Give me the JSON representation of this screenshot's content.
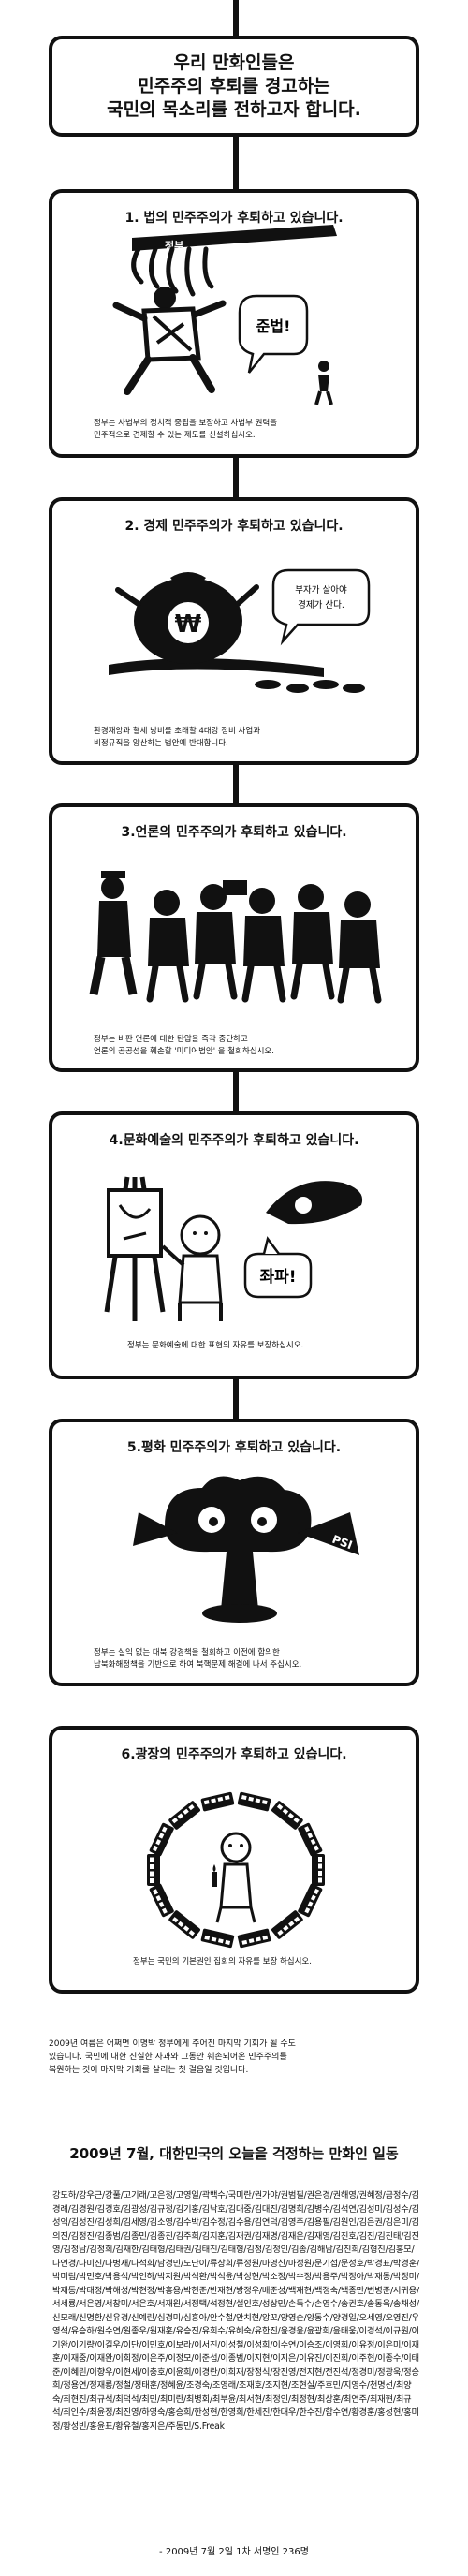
{
  "header": {
    "lines": [
      "우리 만화인들은",
      "민주주의 후퇴를 경고하는",
      "국민의 목소리를 전하고자 합니다."
    ]
  },
  "panels": [
    {
      "title": "1. 법의 민주주의가 후퇴하고 있습니다.",
      "bubble": "준법!",
      "label": "정부",
      "caption": [
        "정부는 사법부의 정치적 중립을 보장하고 사법부 권력을",
        "민주적으로 견제할 수 있는 제도를 신설하십시오."
      ]
    },
    {
      "title": "2. 경제 민주주의가 후퇴하고 있습니다.",
      "bubble": [
        "부자가 살아야",
        "경제가 산다."
      ],
      "label": "₩",
      "caption": [
        "환경재앙과 혈세 낭비를 초래할 4대강 정비 사업과",
        "비정규직을 양산하는 법안에 반대합니다."
      ]
    },
    {
      "title": "3.언론의 민주주의가 후퇴하고 있습니다.",
      "caption": [
        "정부는 비판 언론에 대한 탄압을 즉각 중단하고",
        "언론의 공공성을 훼손할   '미디어법안'  을 철회하십시오."
      ]
    },
    {
      "title": "4.문화예술의 민주주의가 후퇴하고 있습니다.",
      "bubble": "좌파!",
      "caption": [
        "정부는 문화예술에 대한 표현의 자유를 보장하십시오."
      ]
    },
    {
      "title": "5.평화 민주주의가 후퇴하고 있습니다.",
      "label": "PSI",
      "caption": [
        "정부는 실익 없는 대북 강경책을 철회하고  이전에 합의한",
        "남북화해정책을 기반으로 하여 북핵문제 해결에 나서 주십시오."
      ]
    },
    {
      "title": "6.광장의 민주주의가 후퇴하고 있습니다.",
      "caption": [
        "정부는 국민의 기본권인 집회의 자유를 보장 하십시오."
      ]
    }
  ],
  "closing": [
    "2009년 여름은 어쩌면 이명박 정부에게 주어진 마지막 기회가 될 수도",
    "있습니다. 국민에 대한 진실한 사과와 그동안 훼손되어온 민주주의를",
    "복원하는 것이 마지막 기회를 살리는 첫 걸음일 것입니다."
  ],
  "signature_title": "2009년 7월, 대한민국의 오늘을 걱정하는 만화인 일동",
  "names": "강도하/강우근/강풀/고기래/고은정/고영일/곽백수/국미란/권가야/권범필/권은경/권해영/권혜정/금정수/김경례/김경원/김경호/김광성/김규정/김기홍/김낙호/김대중/김대진/김명희/김병수/김석연/김성미/김성수/김성익/김성진/김성희/김세영/김소영/김수박/김수정/김수용/김연덕/김영주/김용필/김원인/김은권/김은미/김의진/김정진/김종범/김종민/김종진/김주희/김지훈/김재권/김재명/김재은/김재영/김진호/김진/김진태/김진영/김정남/김정희/김재한/김태형/김태권/김태진/김태형/김정/김정인/김종/김해남/김진희/김형진/김홍모/나연경/나미진/나병재/나석희/남경민/도단이/류상희/류정원/마영신/마정원/문기섭/문성호/박경표/박경훈/박미림/박민호/박용석/박인하/박지원/박석환/박석윤/박성현/박소정/박수정/박용주/박정아/박재동/박정미/박재동/박태정/박해성/박현정/박흥용/박현준/반재현/방정우/배준성/백재현/백정숙/백종만/변병준/서귀용/서세룡/서은영/서창미/서은호/서재원/서정택/석정현/설인호/성상민/손독수/손영수/송권호/송동욱/송채성/신모래/신명환/신유경/신예린/심경미/심흥아/안수철/안치현/앙꼬/양영순/양동수/양경일/오세영/오영진/우영석/유승하/원수연/원종우/원재훈/유승진/유희수/유혜숙/유한진/윤경윤/윤광희/윤태웅/이경석/이규원/이기완/이기량/이길우/이단/이민호/이보라/이서진/이성철/이성희/이수연/이승조/이영희/이유정/이은미/이재훈/이재중/이재완/이희정/이은주/이정모/이준섭/이종범/이지현/이지은/이유진/이진희/이주현/이종수/이태준/이혜린/이향우/이현세/이충호/이윤희/이경란/이희재/장정식/장진영/전지현/전진석/정경미/정광욱/정승희/정용연/정재룡/정철/정태훈/정혜윤/조경숙/조영래/조재호/조지현/조현실/주호민/지영수/천명선/최양숙/최현진/최규석/최덕석/최민/최미란/최병회/최부윤/최서현/최정인/최정현/최상훈/최연주/최재현/최규석/최인수/최윤정/최진영/하영숙/홍승희/한성현/한영희/한세진/한대우/한수진/함수연/황경훈/홍성현/홍미정/황성빈/홍윤표/황유철/홍지은/주동민/S.Freak",
  "footer": "- 2009년 7월 2일  1차 서명인  236명"
}
